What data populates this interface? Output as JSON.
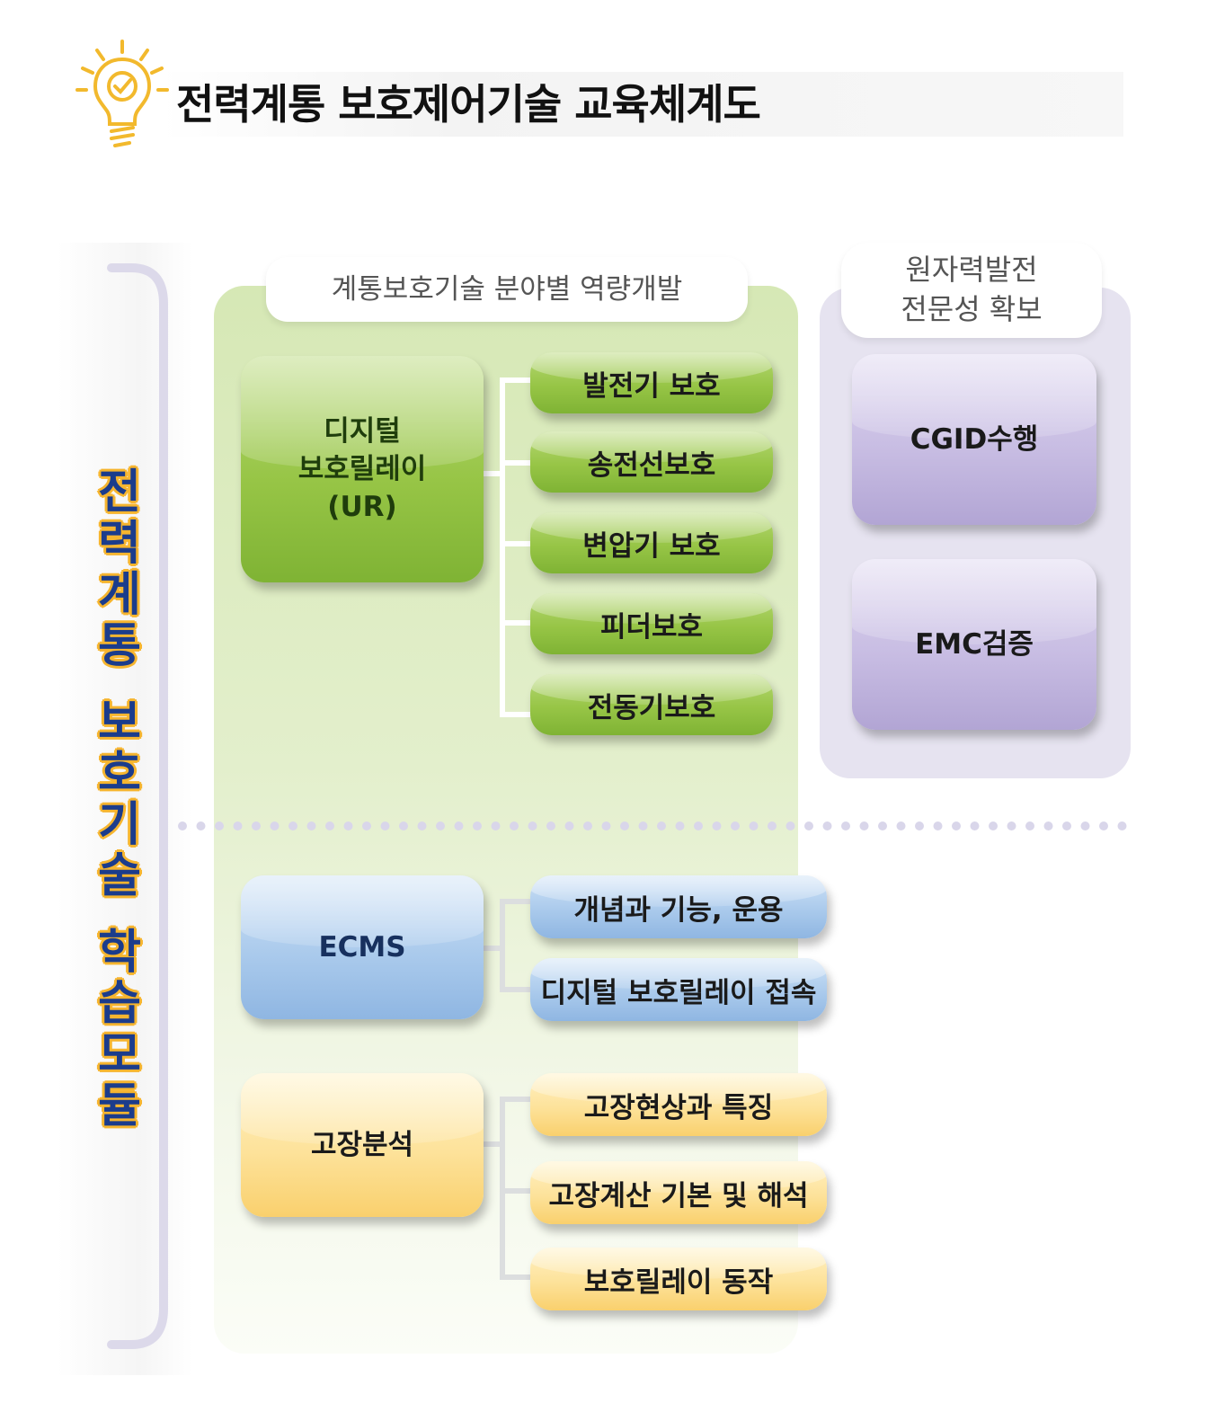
{
  "header": {
    "title": "전력계통 보호제어기술 교육체계도",
    "icon": "lightbulb-check-icon"
  },
  "side": {
    "vertical_title": [
      "전",
      "력",
      "계",
      "통",
      "",
      "보",
      "호",
      "기",
      "술",
      "",
      "학",
      "습",
      "모",
      "듈"
    ]
  },
  "green_panel": {
    "label": "계통보호기술 분야별 역량개발"
  },
  "purple_panel": {
    "label_line1": "원자력발전",
    "label_line2": "전문성 확보"
  },
  "groups": {
    "ur": {
      "title_lines": [
        "디지털",
        "보호릴레이",
        "(UR)"
      ],
      "items": [
        "발전기 보호",
        "송전선보호",
        "변압기 보호",
        "피더보호",
        "전동기보호"
      ]
    },
    "nuclear": {
      "items": [
        "CGID수행",
        "EMC검증"
      ]
    },
    "ecms": {
      "title": "ECMS",
      "items": [
        "개념과 기능, 운용",
        "디지털 보호릴레이 접속"
      ]
    },
    "fault": {
      "title": "고장분석",
      "items": [
        "고장현상과 특징",
        "고장계산 기본 및 해석",
        "보호릴레이 동작"
      ]
    }
  },
  "colors": {
    "green": "#97c546",
    "purple": "#c8bde3",
    "blue": "#aacaec",
    "yellow": "#fde29a",
    "title_blue": "#1b3c8c",
    "title_outline": "#f6b52f",
    "icon": "#f2b92d"
  }
}
